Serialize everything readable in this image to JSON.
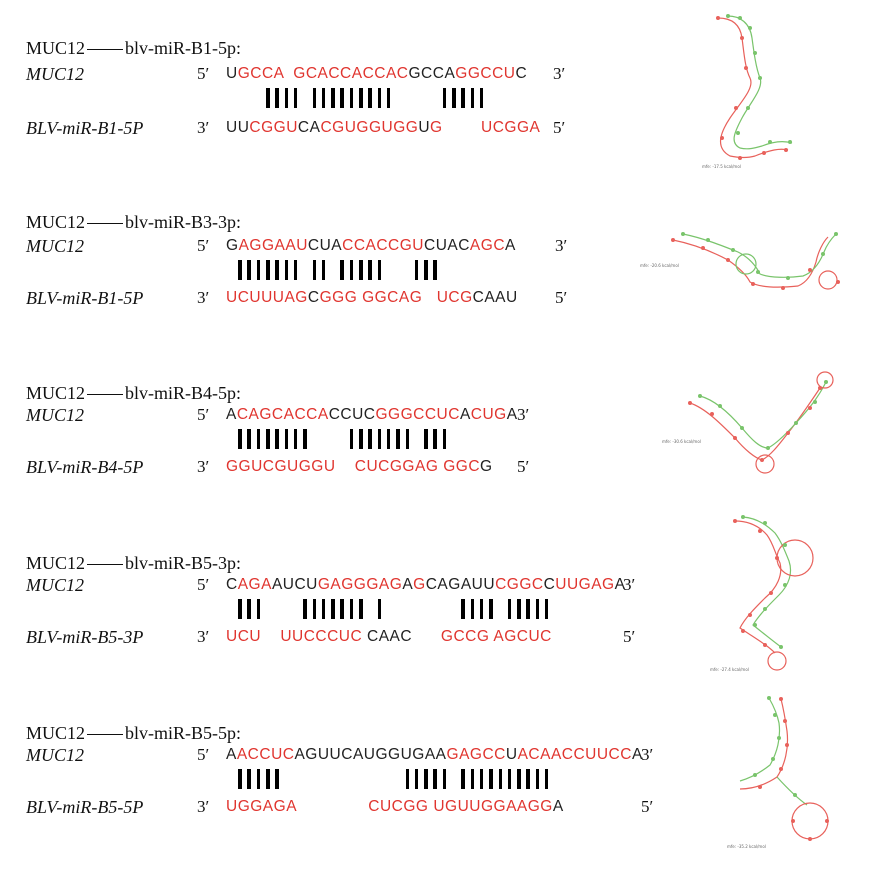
{
  "blocks": [
    {
      "title_left": "MUC12",
      "title_right": "blv-miR-B1-5p:",
      "gene_label": "MUC12",
      "mirna_label": "BLV-miR-B1-5P",
      "gene_5": "5′",
      "gene_3": "3′",
      "mirna_3": "3′",
      "mirna_5": "5′",
      "gene_seq": [
        [
          "k",
          "U"
        ],
        [
          "r",
          "GCCA"
        ],
        [
          "k",
          "  "
        ],
        [
          "r",
          "GCACCACCAC"
        ],
        [
          "k",
          "GCCA"
        ],
        [
          "r",
          "GGCCU"
        ],
        [
          "k",
          "C"
        ]
      ],
      "mirna_seq": [
        [
          "k",
          "UU"
        ],
        [
          "r",
          "CGGU"
        ],
        [
          "k",
          "CA"
        ],
        [
          "r",
          "CGUGGUGG"
        ],
        [
          "k",
          "U"
        ],
        [
          "r",
          "G"
        ],
        [
          "k",
          "        "
        ],
        [
          "r",
          "UCGGA"
        ]
      ],
      "bonds": "    |||| |||||||||     |||||",
      "energy": "mfe: -17.5 kcal/mol"
    },
    {
      "title_left": "MUC12",
      "title_right": "blv-miR-B3-3p:",
      "gene_label": "MUC12",
      "mirna_label": "BLV-miR-B1-5P",
      "gene_5": "5′",
      "gene_3": "3′",
      "mirna_3": "3′",
      "mirna_5": "5′",
      "gene_seq": [
        [
          "k",
          "G"
        ],
        [
          "r",
          "AGGAAU"
        ],
        [
          "k",
          "CUA"
        ],
        [
          "r",
          "CCACCGU"
        ],
        [
          "k",
          "CUAC"
        ],
        [
          "r",
          "AGC"
        ],
        [
          "k",
          "A"
        ]
      ],
      "mirna_seq": [
        [
          "r",
          "UCUUUAG"
        ],
        [
          "k",
          "C"
        ],
        [
          "r",
          "GGG"
        ],
        [
          "k",
          " "
        ],
        [
          "r",
          "GGCAG"
        ],
        [
          "k",
          "   "
        ],
        [
          "r",
          "UCG"
        ],
        [
          "k",
          "CAAU"
        ]
      ],
      "bonds": " ||||||| || |||||   |||",
      "energy": "mfe: -20.6 kcal/mol"
    },
    {
      "title_left": "MUC12",
      "title_right": "blv-miR-B4-5p:",
      "gene_label": "MUC12",
      "mirna_label": "BLV-miR-B4-5P",
      "gene_5": "5′",
      "gene_3": "3′",
      "mirna_3": "3′",
      "mirna_5": "5′",
      "gene_seq": [
        [
          "k",
          "A"
        ],
        [
          "r",
          "CAGCACCA"
        ],
        [
          "k",
          "CCUC"
        ],
        [
          "r",
          "GGGCCUC"
        ],
        [
          "k",
          "A"
        ],
        [
          "r",
          "CUG"
        ],
        [
          "k",
          "A"
        ]
      ],
      "mirna_seq": [
        [
          "r",
          "GGUCGUGGU"
        ],
        [
          "k",
          "    "
        ],
        [
          "r",
          "CUCGGAG"
        ],
        [
          "k",
          " "
        ],
        [
          "r",
          "GGC"
        ],
        [
          "k",
          "G"
        ]
      ],
      "bonds": " ||||||||    ||||||| |||",
      "energy": "mfe: -30.6 kcal/mol"
    },
    {
      "title_left": "MUC12",
      "title_right": "blv-miR-B5-3p:",
      "gene_label": "MUC12",
      "mirna_label": "BLV-miR-B5-3P",
      "gene_5": "5′",
      "gene_3": "3′",
      "mirna_3": "3′",
      "mirna_5": "5′",
      "gene_seq": [
        [
          "k",
          "C"
        ],
        [
          "r",
          "AGA"
        ],
        [
          "k",
          "AUCU"
        ],
        [
          "r",
          "GAGGGAG"
        ],
        [
          "k",
          "A"
        ],
        [
          "r",
          "G"
        ],
        [
          "k",
          "CAGAUU"
        ],
        [
          "r",
          "CGGC"
        ],
        [
          "k",
          "C"
        ],
        [
          "r",
          "UUGAG"
        ],
        [
          "k",
          "A"
        ]
      ],
      "mirna_seq": [
        [
          "r",
          "UCU"
        ],
        [
          "k",
          "    "
        ],
        [
          "r",
          "UUCCCUC"
        ],
        [
          "k",
          " "
        ],
        [
          "k",
          "CAAC"
        ],
        [
          "k",
          "      "
        ],
        [
          "r",
          "GCCG"
        ],
        [
          "k",
          " "
        ],
        [
          "r",
          "AGCUC"
        ]
      ],
      "bonds": " |||    ||||||| |        |||| |||||",
      "energy": "mfe: -27.4 kcal/mol"
    },
    {
      "title_left": "MUC12",
      "title_right": "blv-miR-B5-5p:",
      "gene_label": "MUC12",
      "mirna_label": "BLV-miR-B5-5P",
      "gene_5": "5′",
      "gene_3": "3′",
      "mirna_3": "3′",
      "mirna_5": "5′",
      "gene_seq": [
        [
          "k",
          "A"
        ],
        [
          "r",
          "ACCUC"
        ],
        [
          "k",
          "AGUUCAUGGUGAA"
        ],
        [
          "r",
          "GAGCC"
        ],
        [
          "k",
          "U"
        ],
        [
          "r",
          "ACAACCUUCC"
        ],
        [
          "k",
          "A"
        ]
      ],
      "mirna_seq": [
        [
          "r",
          "UGGAGA"
        ],
        [
          "k",
          "               "
        ],
        [
          "r",
          "CUCGG"
        ],
        [
          "k",
          " "
        ],
        [
          "r",
          "UGUUGGAAGG"
        ],
        [
          "k",
          "A"
        ]
      ],
      "bonds": " |||||             ||||| ||||||||||",
      "energy": "mfe: -35.2 kcal/mol"
    }
  ],
  "colors": {
    "paired": "#e0352f",
    "unpaired": "#222222",
    "structure_red": "#e8615b",
    "structure_green": "#79c46b"
  }
}
